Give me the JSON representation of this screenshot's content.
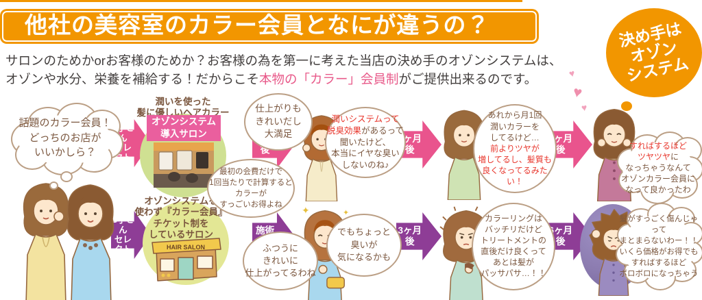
{
  "colors": {
    "orange": "#f29600",
    "arrow_pink": "#e9548d",
    "arrow_purple": "#8e3d96",
    "box_pink": "#ea5f9e",
    "accent_red": "#e8372d",
    "accent_pink_text": "#e85a8a",
    "bubble_brown": "#7b573f",
    "salon_green": "#cfe092",
    "body_text": "#433f3e"
  },
  "banner": {
    "title": "他社の美容室のカラー会員となにが違うの？"
  },
  "intro": {
    "line1": "サロンのためかorお客様のためか？お客様の為を第一に考えた当店の決め手のオゾンシステムは、",
    "line2_pre": "オゾンや水分、栄養を補給する！だからこそ",
    "line2_highlight": "本物の「カラー」会員制",
    "line2_post": "がご提供出来るのです。"
  },
  "badge": {
    "l1": "決め手は",
    "l2": "オゾン",
    "l3": "システム"
  },
  "row1": {
    "cloud_question": {
      "l1": "話題のカラー会員！",
      "l2": "どっちのお店が",
      "l3": "いいかしら？"
    },
    "arrow_select": {
      "l1": "A子さん",
      "l2": "セレクト"
    },
    "salon_note": {
      "l1": "潤いを使った",
      "l2": "髪に優しいヘアカラー"
    },
    "salon_box": {
      "l1": "オゾンシステム",
      "l2": "導入サロン"
    },
    "arrow_after": "施術後",
    "bubble_finish": {
      "l1": "仕上がりも",
      "l2": "きれいだし",
      "l3": "大満足"
    },
    "bubble_smell": {
      "l1": "潤いシステムって",
      "l2a": "脱臭効果",
      "l2b": "があるって",
      "l3": "聞いたけど、",
      "l4": "本当にイヤな臭い",
      "l5": "しないのね♪"
    },
    "bubble_value": {
      "l1": "最初の会費だけで",
      "l2": "1回当たりで計算すると",
      "l3": "カラーが",
      "l4": "すっごいお得よね"
    },
    "arrow_3m": "3ヶ月後",
    "bubble_3m": {
      "l1": "あれから月1回",
      "l2": "潤いカラーを",
      "l3": "してるけど…",
      "l4": "前よりツヤが",
      "l5": "増してるし、髪質も",
      "l6": "良くなってるみたい！"
    },
    "arrow_6m": "6ヶ月後",
    "cloud_result": {
      "l1": "すればするほど",
      "l2a": "ツヤツヤ",
      "l2b": "に",
      "l3": "なっちゃうなんて",
      "l4": "オゾンカラー会員に",
      "l5": "なって良かったわ"
    }
  },
  "row2": {
    "arrow_select": {
      "l1": "B子さん",
      "l2": "セレクト"
    },
    "salon_note": {
      "l1": "オゾンシステムを",
      "l2": "使わず『カラー会員』",
      "l3": "チケット制を",
      "l4": "しているサロン"
    },
    "salon_sign": "HAIR SALON",
    "arrow_after": "施術後",
    "bubble_finish": {
      "l1": "ふつうに",
      "l2": "きれいに",
      "l3": "仕上がってるわね"
    },
    "bubble_smell": {
      "l1": "でもちょっと",
      "l2": "臭いが",
      "l3": "気になるかも"
    },
    "arrow_3m": "3ヶ月後",
    "bubble_3m": {
      "l1": "カラーリングは",
      "l2": "バッチリだけど",
      "l3": "トリートメントの",
      "l4": "直後だけ良くって",
      "l5": "あとは髪が",
      "l6": "パッサパサ…！！"
    },
    "arrow_6m": "6ヶ月後",
    "cloud_result": {
      "l1": "髪がすっごく傷んじゃって",
      "l2": "まとまらないわー！！",
      "l3": "いくら価格がお得でも",
      "l4": "すればするほど",
      "l5": "ボロボロになっちゃう"
    }
  }
}
